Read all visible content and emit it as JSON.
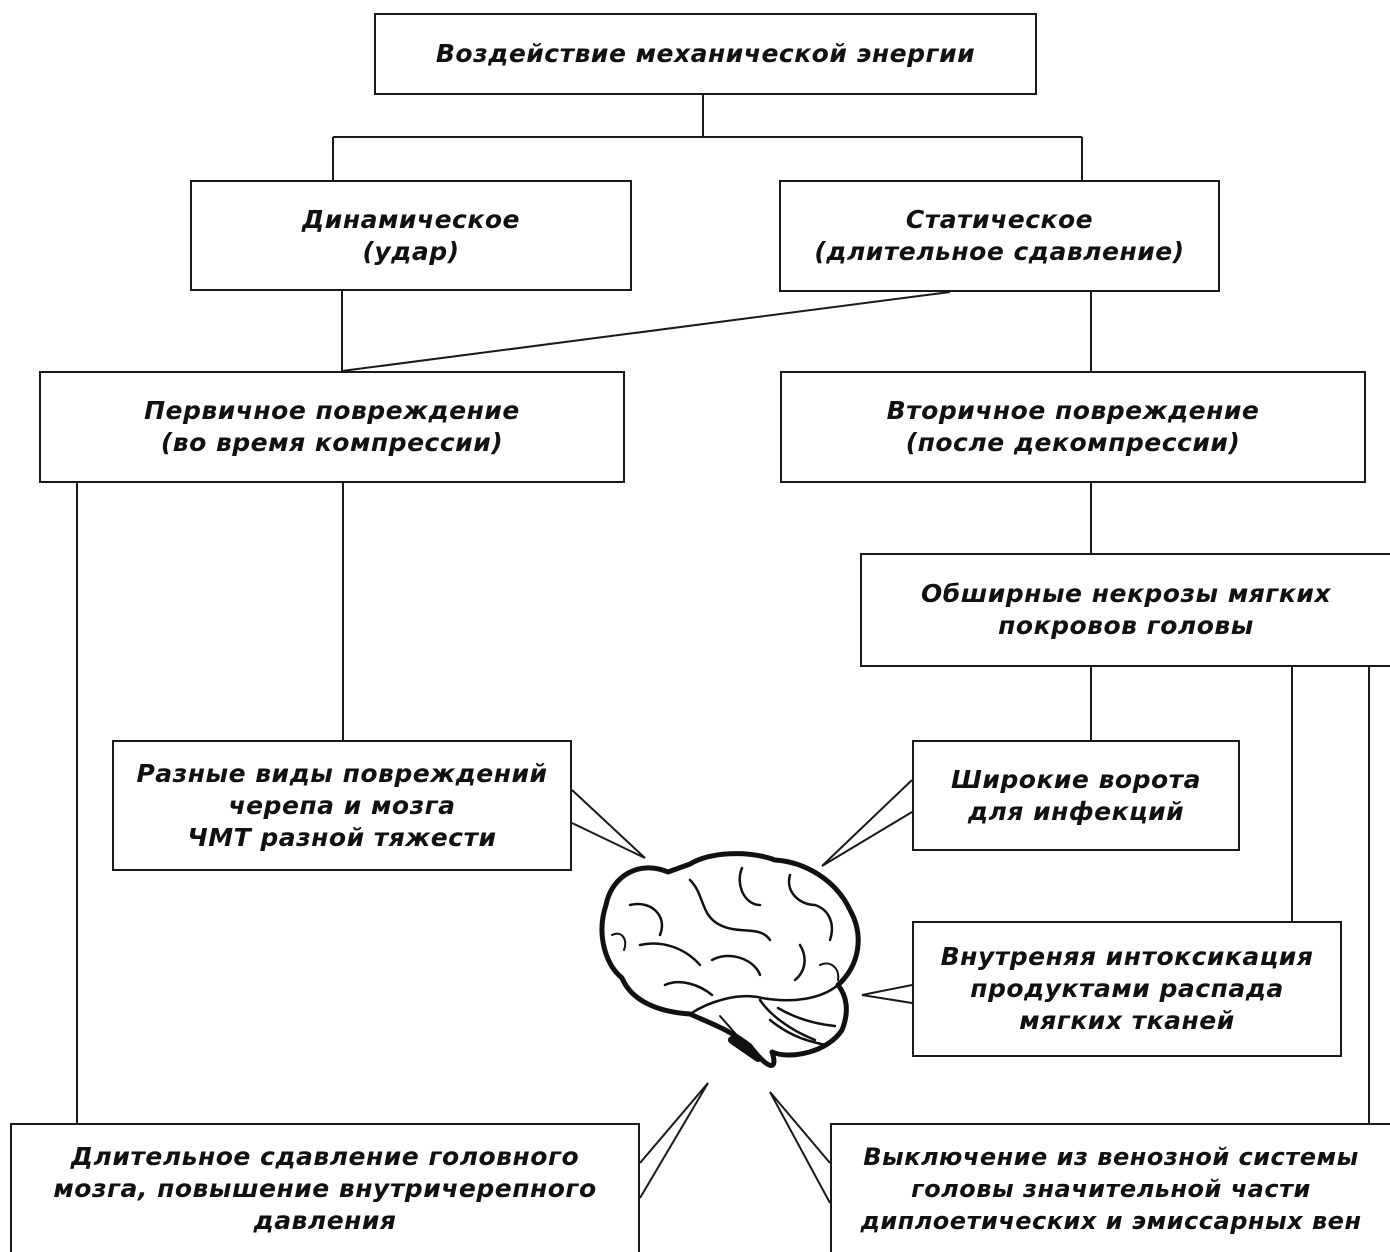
{
  "diagram": {
    "root": {
      "line1": "Воздействие механической энергии"
    },
    "dynamic": {
      "line1": "Динамическое",
      "line2": "(удар)"
    },
    "static": {
      "line1": "Статическое",
      "line2": "(длительное сдавление)"
    },
    "primary": {
      "line1": "Первичное повреждение",
      "line2": "(во время компрессии)"
    },
    "secondary": {
      "line1": "Вторичное повреждение",
      "line2": "(после декомпрессии)"
    },
    "necrosis": {
      "line1": "Обширные некрозы мягких",
      "line2": "покровов головы"
    },
    "injuries": {
      "line1": "Разные виды повреждений",
      "line2": "черепа и мозга",
      "line3": "ЧМТ разной тяжести"
    },
    "infection": {
      "line1": "Широкие ворота",
      "line2": "для инфекций"
    },
    "intoxication": {
      "line1": "Внутреняя интоксикация",
      "line2": "продуктами распада",
      "line3": "мягких тканей"
    },
    "compression": {
      "line1": "Длительное сдавление головного",
      "line2": "мозга, повышение внутричерепного",
      "line3": "давления"
    },
    "venous": {
      "line1": "Выключение из венозной системы",
      "line2": "головы значительной части",
      "line3": "диплоетических и эмиссарных вен"
    },
    "brain_icon": "brain-icon",
    "colors": {
      "line": "#1a1a1a",
      "background": "#ffffff"
    }
  }
}
